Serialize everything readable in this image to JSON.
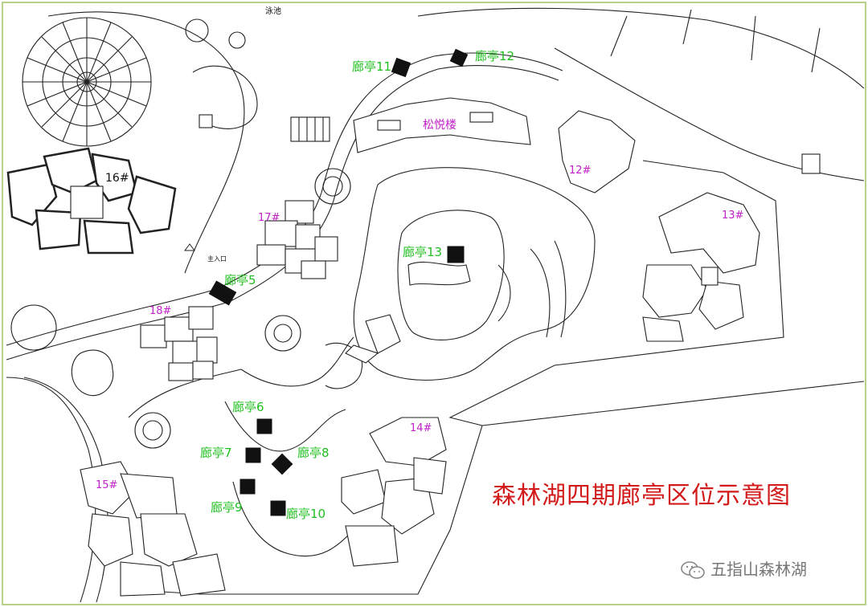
{
  "colors": {
    "pavilion_label": "#1fbf1f",
    "building_label": "#c020c8",
    "title": "#d21a1a",
    "line": "#222222",
    "frame": "#b8d08a",
    "watermark": "#777777"
  },
  "title": "森林湖四期廊亭区位示意图",
  "watermark": "五指山森林湖",
  "watermark_icon": "wechat-icon",
  "labels": {
    "pool": "泳池",
    "main_entrance": "主入口"
  },
  "buildings": {
    "b12": "12#",
    "b13": "13#",
    "b14": "14#",
    "b15": "15#",
    "b16": "16#",
    "b17": "17#",
    "b18": "18#",
    "songyue": "松悦楼"
  },
  "pavilions": {
    "p5": "廊亭5",
    "p6": "廊亭6",
    "p7": "廊亭7",
    "p8": "廊亭8",
    "p9": "廊亭9",
    "p10": "廊亭10",
    "p11": "廊亭11",
    "p12": "廊亭12",
    "p13": "廊亭13"
  }
}
